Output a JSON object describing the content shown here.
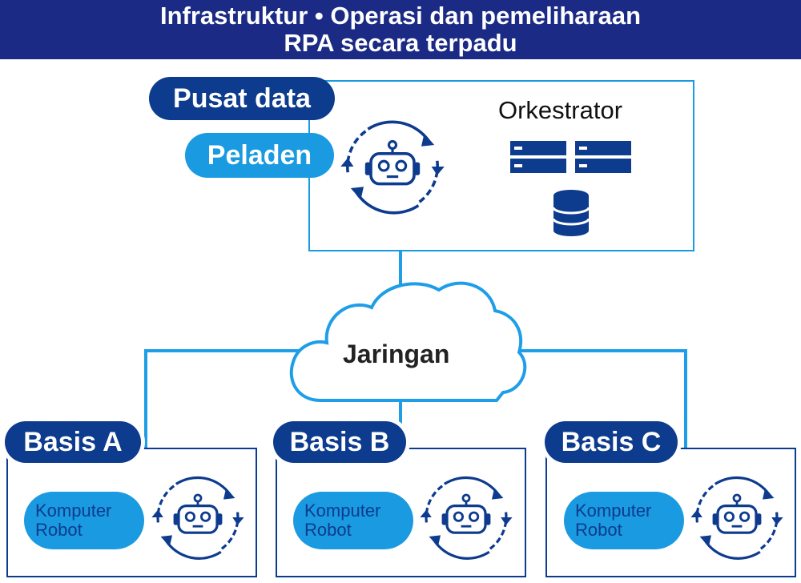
{
  "title": {
    "line1": "Infrastruktur • Operasi dan pemeliharaan",
    "line2": "RPA secara terpadu"
  },
  "datacenter": {
    "label": "Pusat data",
    "server_label": "Peladen",
    "orchestrator_label": "Orkestrator"
  },
  "network": {
    "label": "Jaringan"
  },
  "bases": [
    {
      "label": "Basis A",
      "robot_line1": "Komputer",
      "robot_line2": "Robot"
    },
    {
      "label": "Basis B",
      "robot_line1": "Komputer",
      "robot_line2": "Robot"
    },
    {
      "label": "Basis C",
      "robot_line1": "Komputer",
      "robot_line2": "Robot"
    }
  ],
  "icons": [
    "robot-cycle-icon",
    "server-rack-icon",
    "database-icon",
    "cloud-icon"
  ],
  "colors": {
    "title_bg": "#1a2a85",
    "dark_blue": "#0d3b8e",
    "light_blue": "#1a9ae0",
    "line_blue": "#1e9ee8"
  }
}
